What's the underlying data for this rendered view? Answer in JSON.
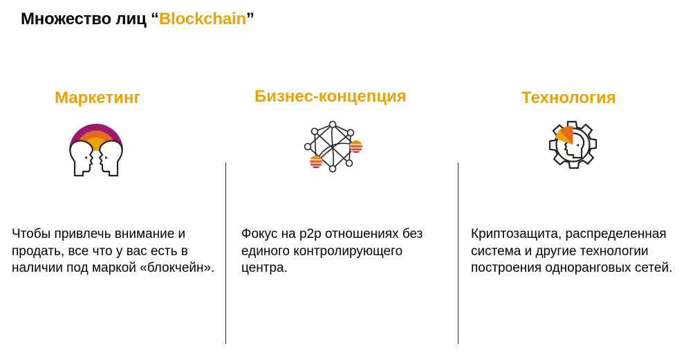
{
  "slide": {
    "title_prefix": "Множество лиц “",
    "title_highlight": "Blockchain",
    "title_suffix": "”"
  },
  "colors": {
    "accent": "#EAA300",
    "purple": "#9C1A6E",
    "orange": "#E36B1E",
    "outline": "#222222"
  },
  "columns": [
    {
      "heading": "Маркетинг",
      "icon": "two-faces-rainbow-icon",
      "body": "Чтобы привлечь внимание и продать, все что у вас есть в наличии под маркой «блокчейн»."
    },
    {
      "heading": "Бизнес-концепция",
      "icon": "p2p-network-icon",
      "body": "Фокус на p2p отношениях без единого контролирующего центра."
    },
    {
      "heading": "Технология",
      "icon": "gear-head-icon",
      "body": "Криптозащита, распределенная система и другие технологии построения одноранговых сетей."
    }
  ]
}
